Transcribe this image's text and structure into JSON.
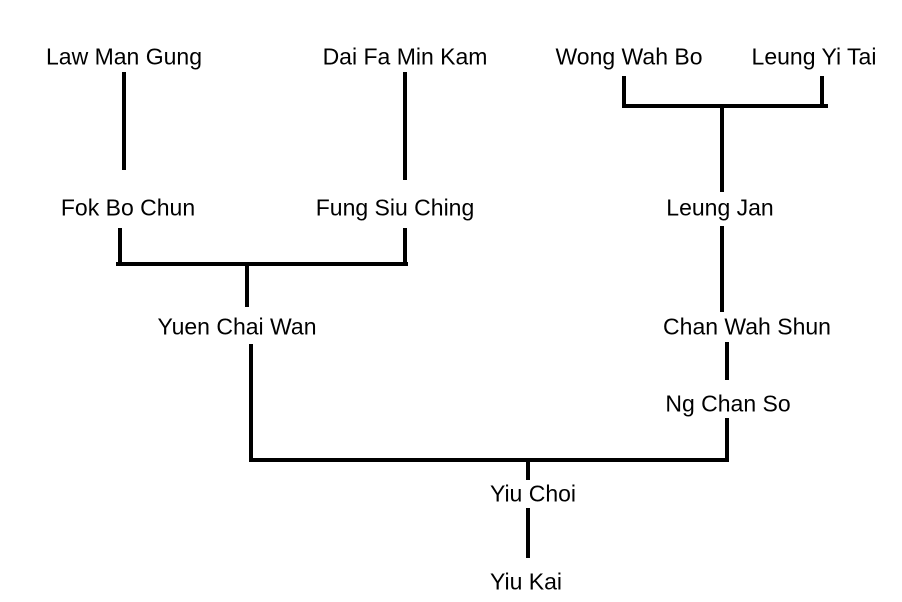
{
  "people": {
    "law_man_gung": "Law Man Gung",
    "dai_fa_min_kam": "Dai Fa Min Kam",
    "wong_wah_bo": "Wong Wah Bo",
    "leung_yi_tai": "Leung Yi Tai",
    "fok_bo_chun": "Fok Bo Chun",
    "fung_siu_ching": "Fung Siu Ching",
    "leung_jan": "Leung Jan",
    "yuen_chai_wan": "Yuen Chai Wan",
    "chan_wah_shun": "Chan Wah Shun",
    "ng_chan_so": "Ng Chan So",
    "yiu_choi": "Yiu Choi",
    "yiu_kai": "Yiu Kai"
  },
  "colors": {
    "line": "#000000",
    "text": "#000000",
    "background": "#ffffff"
  }
}
